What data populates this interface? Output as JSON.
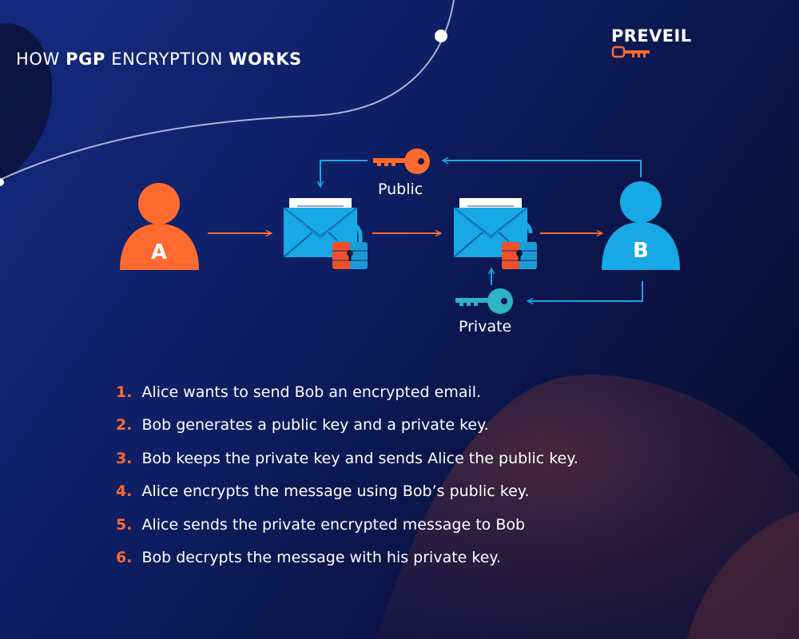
{
  "title": {
    "prefix": "HOW ",
    "bold1": "PGP",
    "middle": " ENCRYPTION ",
    "bold2": "WORKS"
  },
  "logo": {
    "text": "PREVEIL"
  },
  "diagram": {
    "sender_letter": "A",
    "recipient_letter": "B",
    "public_label": "Public",
    "private_label": "Private"
  },
  "steps": [
    {
      "num": "1.",
      "text": "Alice wants to send Bob an encrypted email."
    },
    {
      "num": "2.",
      "text": "Bob generates a public key and a private key."
    },
    {
      "num": "3.",
      "text": "Bob keeps the private key and sends Alice the public key."
    },
    {
      "num": "4.",
      "text": "Alice encrypts the message using Bob’s public key."
    },
    {
      "num": "5.",
      "text": "Alice sends the private encrypted message to Bob"
    },
    {
      "num": "6.",
      "text": "Bob decrypts the message with his private key."
    }
  ],
  "colors": {
    "orange": "#ff6a2e",
    "blue": "#19a8e6",
    "teal": "#2cb3c6",
    "white": "#ffffff"
  }
}
